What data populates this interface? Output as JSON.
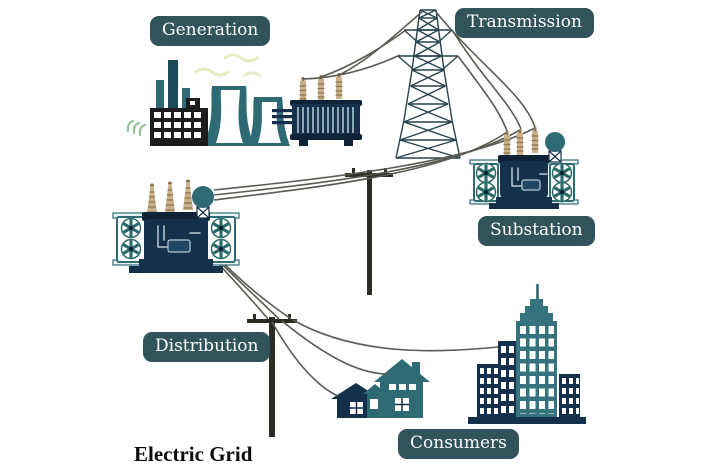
{
  "title": {
    "text": "Electric Grid"
  },
  "labels": [
    {
      "id": "generation",
      "text": "Generation"
    },
    {
      "id": "transmission",
      "text": "Transmission"
    },
    {
      "id": "substation",
      "text": "Substation"
    },
    {
      "id": "distribution",
      "text": "Distribution"
    },
    {
      "id": "consumers",
      "text": "Consumers"
    }
  ],
  "icons": {
    "power-plant-icon": "factory with chimneys and two cooling towers",
    "generation-transformer-icon": "ribbed oil transformer with tan bushings",
    "transmission-tower-icon": "steel lattice pylon",
    "distribution-transformer-icon": "transformer with radiator fans and conservator",
    "substation-transformer-icon": "transformer with radiator fans and conservator",
    "utility-pole-icon": "pole with crossarm and pins",
    "house-icon": "suburban house",
    "city-buildings-icon": "high-rise buildings on platform",
    "power-line": "sagging electric wire"
  },
  "colors": {
    "label_bg": "#31535b",
    "label_text": "#ffffff",
    "teal": "#2e6b74",
    "teal_building": "#35747f",
    "teal_dark": "#1d4a58",
    "navy": "#14304a",
    "navy_dark": "#0e2337",
    "navy_panel": "#1f4663",
    "detail_light": "#b9c9d2",
    "stripe": "#8fa6b6",
    "tan": "#c8b089",
    "tan_dark": "#8e7550",
    "wire": "#5a5b52",
    "tower_stroke": "#27434d",
    "pole": "#2b2c24",
    "factory_black": "#1d1d1d",
    "smoke": "#e9ecc2",
    "grass": "#92c49a",
    "fan_teal": "#2d6b6b",
    "title_text": "#0d0d0d",
    "background": "#ffffff"
  }
}
